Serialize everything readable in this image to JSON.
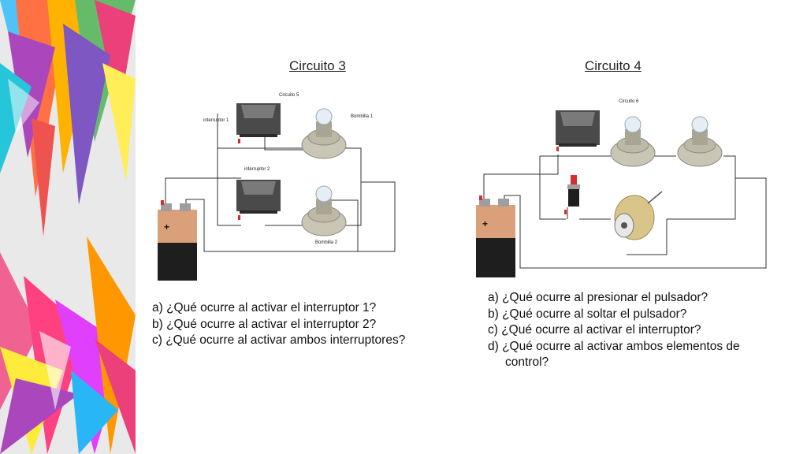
{
  "circuit3": {
    "title": "Circuito 3",
    "labels": {
      "circuit": "Circuito 5",
      "switch1": "interruptor 1",
      "switch2": "interruptor 2",
      "bulb1": "Bombilla 1",
      "bulb2": "Bombilla 2",
      "battery_plus": "+"
    },
    "questions": [
      "a) ¿Qué ocurre al activar el interruptor 1?",
      "b) ¿Qué ocurre al activar el interruptor 2?",
      "c) ¿Qué ocurre al activar ambos interruptores?"
    ]
  },
  "circuit4": {
    "title": "Circuito 4",
    "labels": {
      "circuit": "Circuito 6",
      "battery_plus": "+"
    },
    "questions": [
      "a) ¿Qué ocurre al presionar el pulsador?",
      "b) ¿Qué ocurre al soltar el pulsador?",
      "c) ¿Qué ocurre al activar el interruptor?",
      "d) ¿Qué ocurre al activar ambos elementos de"
    ],
    "question_continuation": "control?"
  }
}
